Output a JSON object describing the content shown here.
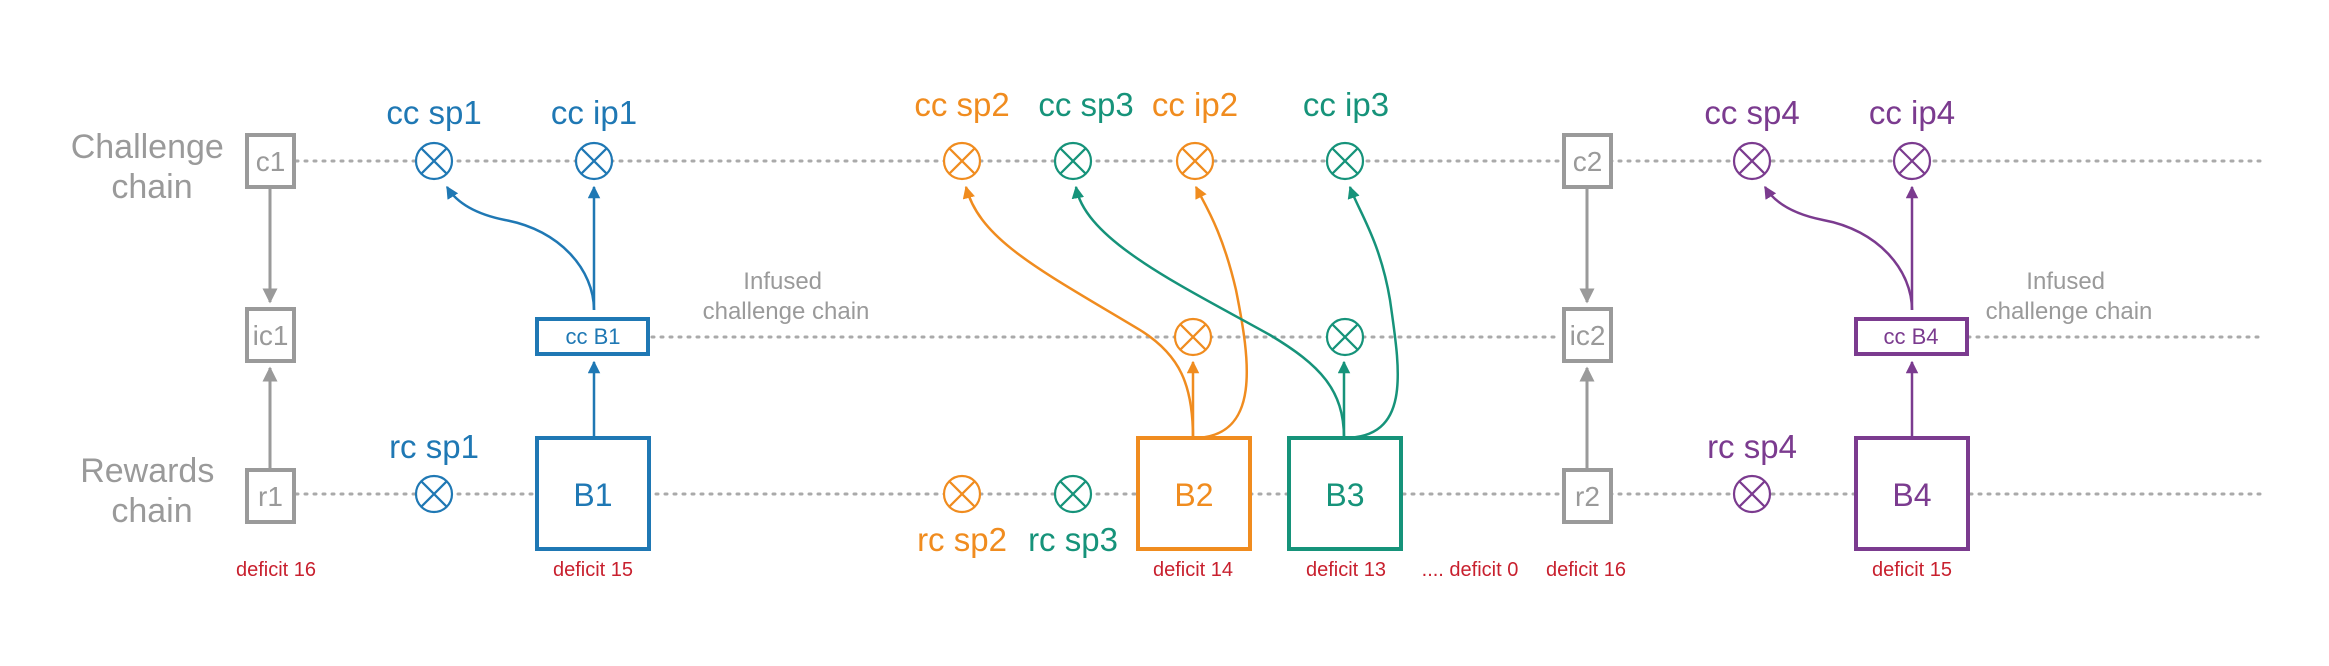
{
  "rows": {
    "challenge": [
      "Challenge",
      "chain"
    ],
    "rewards": [
      "Rewards",
      "chain"
    ]
  },
  "colors": {
    "gray": "#9a9a9a",
    "blue": "#1f78b4",
    "orange": "#f08c1f",
    "teal": "#16937a",
    "purple": "#7b3b8f",
    "red": "#c8202e"
  },
  "gray_boxes": {
    "c1": "c1",
    "ic1": "ic1",
    "r1": "r1",
    "c2": "c2",
    "ic2": "ic2",
    "r2": "r2"
  },
  "blocks": {
    "b1": "B1",
    "b2": "B2",
    "b3": "B3",
    "b4": "B4",
    "cc_b1": "cc B1",
    "cc_b4": "cc B4"
  },
  "points": {
    "cc_sp1": "cc sp1",
    "cc_ip1": "cc ip1",
    "cc_sp2": "cc sp2",
    "cc_sp3": "cc sp3",
    "cc_ip2": "cc ip2",
    "cc_ip3": "cc ip3",
    "cc_sp4": "cc sp4",
    "cc_ip4": "cc ip4",
    "rc_sp1": "rc sp1",
    "rc_sp2": "rc sp2",
    "rc_sp3": "rc sp3",
    "rc_sp4": "rc sp4"
  },
  "infused_label": [
    "Infused",
    "challenge chain"
  ],
  "deficits": [
    "deficit 16",
    "deficit 15",
    "deficit 14",
    "deficit 13",
    ".... deficit 0",
    "deficit 16",
    "deficit 15"
  ]
}
